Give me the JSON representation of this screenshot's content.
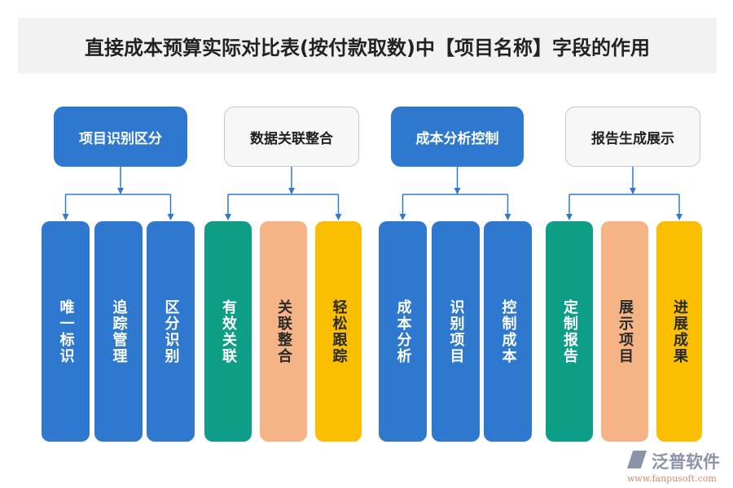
{
  "title": "直接成本预算实际对比表(按付款取数)中【项目名称】字段的作用",
  "colors": {
    "blue": "#2e78d0",
    "teal": "#0e9e88",
    "orange": "#f5b485",
    "yellow": "#fbbf00",
    "connector": "#2e78d0"
  },
  "groups": [
    {
      "label": "项目识别区分",
      "style": "blue",
      "items": [
        {
          "label": "唯一标识",
          "color": "blue"
        },
        {
          "label": "追踪管理",
          "color": "blue"
        },
        {
          "label": "区分识别",
          "color": "blue"
        }
      ]
    },
    {
      "label": "数据关联整合",
      "style": "light",
      "items": [
        {
          "label": "有效关联",
          "color": "teal"
        },
        {
          "label": "关联整合",
          "color": "orange"
        },
        {
          "label": "轻松跟踪",
          "color": "yellow"
        }
      ]
    },
    {
      "label": "成本分析控制",
      "style": "blue",
      "items": [
        {
          "label": "成本分析",
          "color": "blue"
        },
        {
          "label": "识别项目",
          "color": "blue"
        },
        {
          "label": "控制成本",
          "color": "blue"
        }
      ]
    },
    {
      "label": "报告生成展示",
      "style": "light",
      "items": [
        {
          "label": "定制报告",
          "color": "teal"
        },
        {
          "label": "展示项目",
          "color": "orange"
        },
        {
          "label": "进展成果",
          "color": "yellow"
        }
      ]
    }
  ],
  "watermark": {
    "name": "泛普软件",
    "url": "www.fanpusoft.com"
  }
}
